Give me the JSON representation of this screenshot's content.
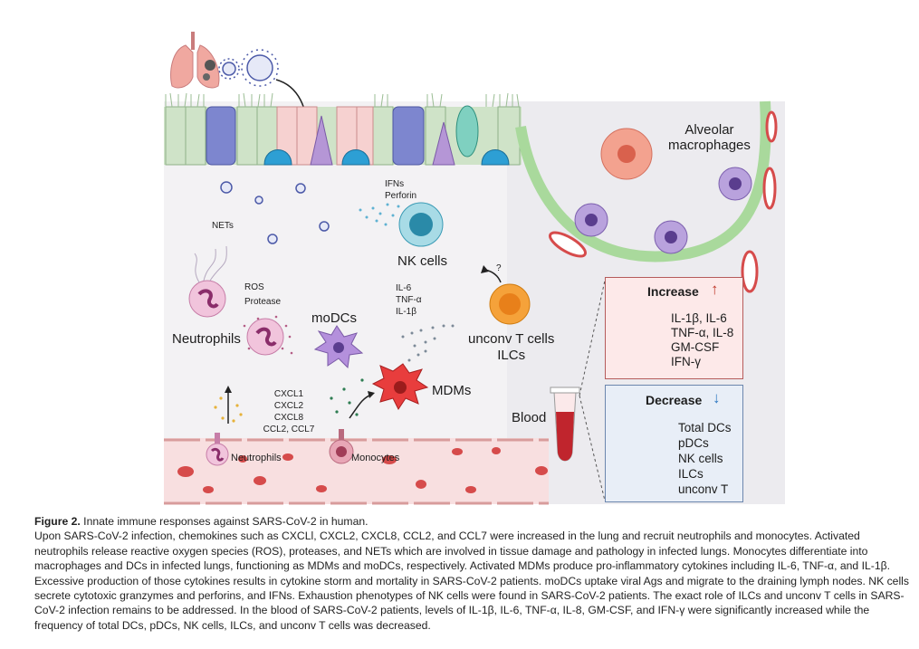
{
  "labels": {
    "nets": "NETs",
    "ifns_perforin": [
      "IFNs",
      "Perforin"
    ],
    "nk_cells": "NK cells",
    "ros_protease": [
      "ROS",
      "Protease"
    ],
    "neutrophils": "Neutrophils",
    "modcs": "moDCs",
    "cytokines_mdm": [
      "IL-6",
      "TNF-α",
      "IL-1β"
    ],
    "question": "?",
    "unconv_t": [
      "unconv T cells",
      "ILCs"
    ],
    "mdms": "MDMs",
    "chemokines": [
      "CXCL1",
      "CXCL2",
      "CXCL8",
      "CCL2, CCL7"
    ],
    "vessel_neutrophils": "Neutrophils",
    "vessel_monocytes": "Monocytes",
    "alveolar_macrophages": [
      "Alveolar",
      "macrophages"
    ],
    "blood": "Blood"
  },
  "increase": {
    "title": "Increase",
    "items": [
      "IL-1β, IL-6",
      "TNF-α, IL-8",
      "GM-CSF",
      "IFN-γ"
    ]
  },
  "decrease": {
    "title": "Decrease",
    "items": [
      "Total DCs",
      "pDCs",
      "NK cells",
      "ILCs",
      "unconv T"
    ]
  },
  "caption": {
    "title": "Figure 2.",
    "title_rest": " Innate immune responses against SARS-CoV-2 in human.",
    "body": "Upon SARS-CoV-2 infection, chemokines such as CXCLl, CXCL2, CXCL8, CCL2, and CCL7 were increased in the lung and recruit neutrophils and monocytes. Activated neutrophils release reactive oxygen species (ROS), proteases, and NETs which are involved in tissue damage and pathology in infected lungs. Monocytes differentiate into macrophages and DCs in infected lungs, functioning as MDMs and moDCs, respectively. Activated MDMs produce pro-inflammatory cytokines including IL-6, TNF-α, and IL-1β. Excessive production of those cytokines results in cytokine storm and mortality in SARS-CoV-2 patients. moDCs uptake viral Ags and migrate to the draining lymph nodes. NK cells secrete cytotoxic granzymes and perforins, and IFNs. Exhaustion phenotypes of NK cells were found in SARS-CoV-2 patients. The exact role of ILCs and unconv T cells in SARS-CoV-2 infection remains to be addressed. In the blood of SARS-CoV-2 patients, levels of IL-1β, IL-6, TNF-α, IL-8, GM-CSF, and IFN-γ were significantly increased while the frequency of total DCs, pDCs, NK cells, ILCs, and unconv T cells was decreased."
  },
  "colors": {
    "panel_bg": "#f3f2f4",
    "epithelium": "#cfe3c8",
    "vessel": "#f8dfe0",
    "rbc": "#d64b4b",
    "increase_arrow": "#c0392b",
    "decrease_arrow": "#2e78c2"
  }
}
